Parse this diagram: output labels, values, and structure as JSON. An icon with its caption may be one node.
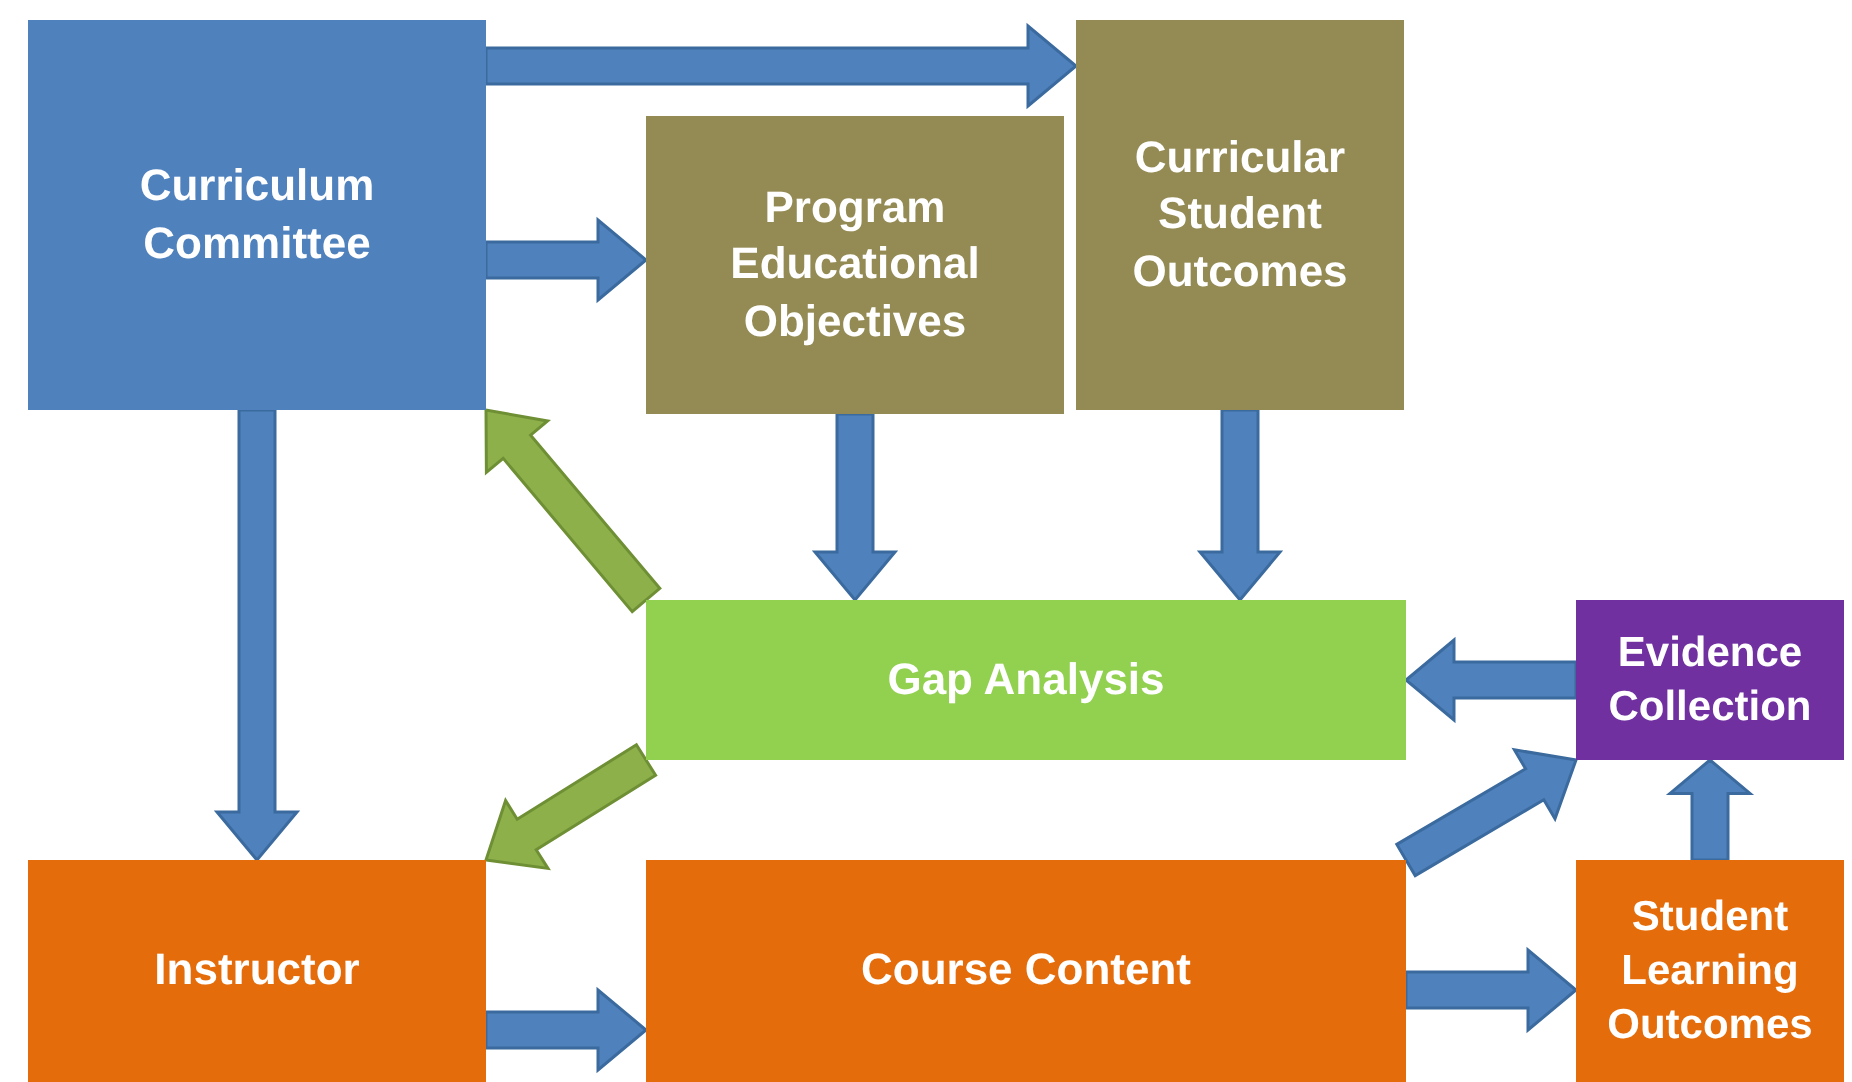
{
  "diagram": {
    "nodes": [
      {
        "text": [
          "Curriculum Committee"
        ]
      },
      {
        "text": [
          "Program Educational Objectives"
        ]
      },
      {
        "text": [
          "Curricular Student Outcomes"
        ]
      },
      {
        "text": [
          "Gap Analysis"
        ]
      },
      {
        "text": [
          "Evidence Collection"
        ]
      },
      {
        "text": [
          "Instructor"
        ]
      },
      {
        "text": [
          "Course Content"
        ]
      },
      {
        "text": [
          "Student Learning Outcomes"
        ]
      }
    ],
    "edges": [
      {
        "from": 0,
        "to": 2,
        "arrow": "to"
      },
      {
        "from": 0,
        "to": 1,
        "arrow": "to"
      },
      {
        "from": 0,
        "to": 5,
        "arrow": "to"
      },
      {
        "from": 1,
        "to": 3,
        "arrow": "to"
      },
      {
        "from": 2,
        "to": 3,
        "arrow": "to"
      },
      {
        "from": 3,
        "to": 0,
        "arrow": "to",
        "color": "#8db04a"
      },
      {
        "from": 3,
        "to": 5,
        "arrow": "to",
        "color": "#8db04a"
      },
      {
        "from": 4,
        "to": 3,
        "arrow": "to"
      },
      {
        "from": 6,
        "to": 4,
        "arrow": "to"
      },
      {
        "from": 5,
        "to": 6,
        "arrow": "to"
      },
      {
        "from": 6,
        "to": 7,
        "arrow": "to"
      },
      {
        "from": 7,
        "to": 4,
        "arrow": "to"
      }
    ]
  }
}
